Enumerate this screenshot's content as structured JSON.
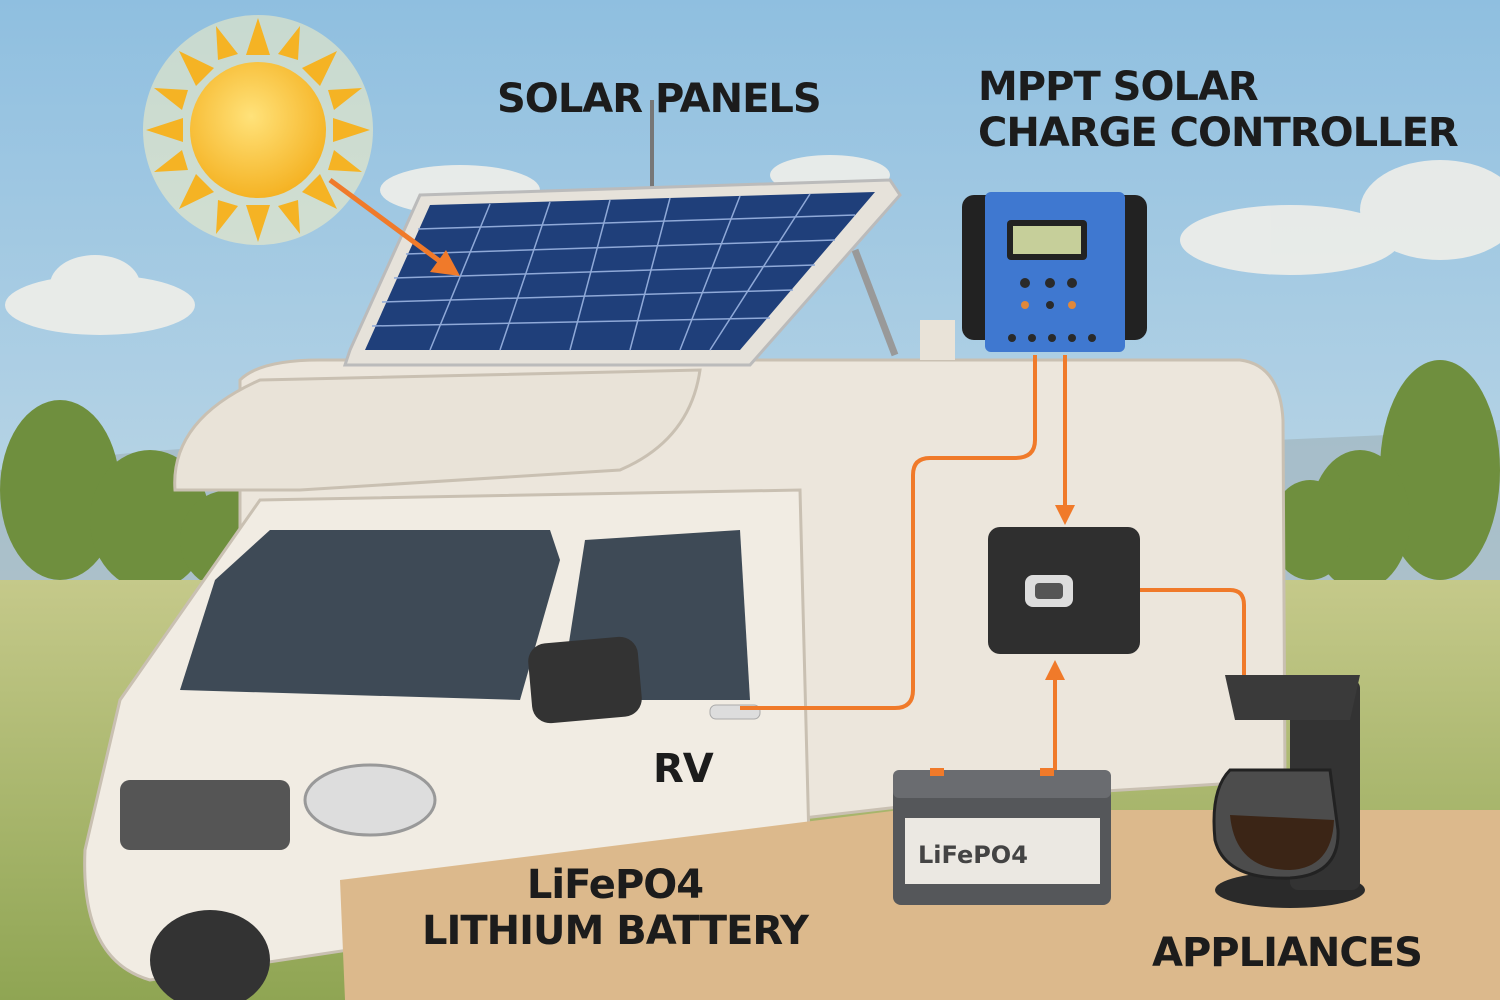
{
  "labels": {
    "solar_panels": "SOLAR PANELS",
    "charge_controller_line1": "MPPT SOLAR",
    "charge_controller_line2": "CHARGE CONTROLLER",
    "rv": "RV",
    "battery_line1": "LiFePO4",
    "battery_line2": "LITHIUM BATTERY",
    "battery_case": "LiFePO4",
    "appliances": "APPLIANCES"
  },
  "colors": {
    "sky": "#a9cde6",
    "wire": "#f07a2a",
    "controller": "#3f78d0",
    "panel": "#1f3f7a",
    "grass": "#a9b86a",
    "table": "#dcb98c"
  },
  "icons": [
    "sun-icon",
    "solar-panel-icon",
    "charge-controller-icon",
    "rv-icon",
    "inverter-switch-icon",
    "battery-icon",
    "coffee-maker-icon",
    "arrow-icon"
  ]
}
